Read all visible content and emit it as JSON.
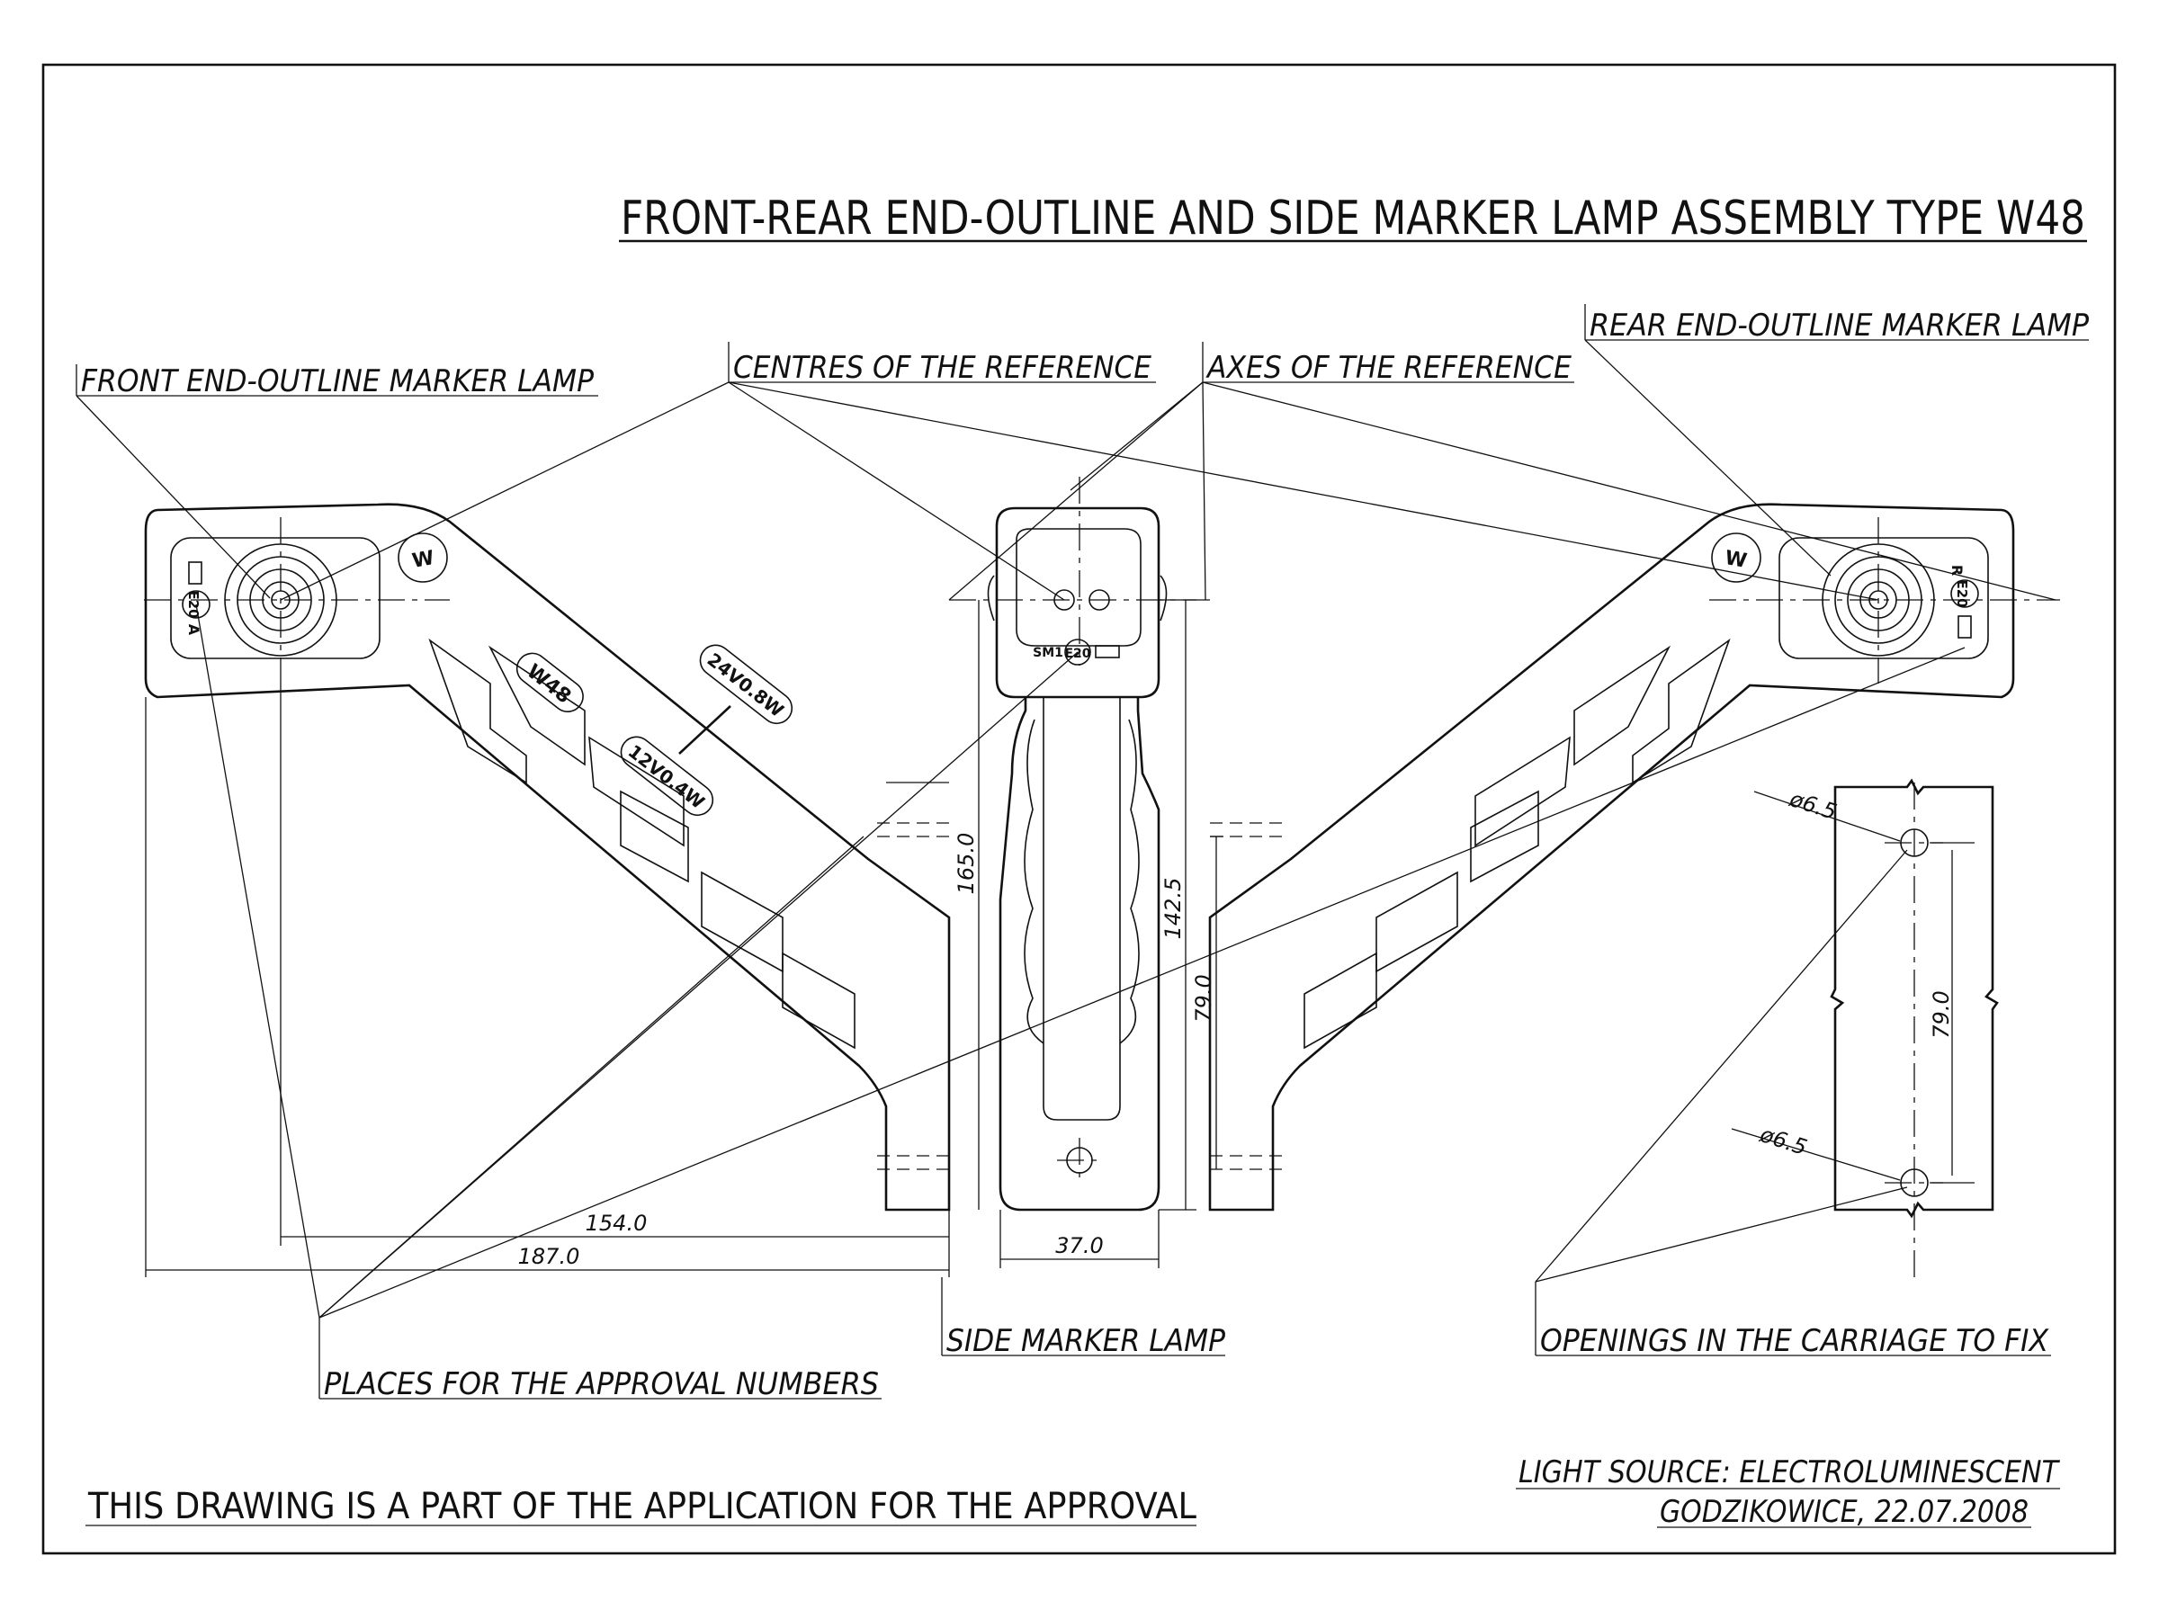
{
  "title": "FRONT-REAR END-OUTLINE AND SIDE MARKER LAMP ASSEMBLY TYPE W48",
  "labels": {
    "front_lamp": "FRONT END-OUTLINE MARKER LAMP",
    "rear_lamp": "REAR END-OUTLINE MARKER LAMP",
    "centres": "CENTRES OF THE REFERENCE",
    "axes": "AXES OF THE REFERENCE",
    "side_lamp": "SIDE MARKER LAMP",
    "approval_places": "PLACES FOR THE APPROVAL NUMBERS",
    "openings": "OPENINGS IN THE CARRIAGE TO FIX"
  },
  "dimensions": {
    "d154": "154.0",
    "d187": "187.0",
    "d165": "165.0",
    "d142": "142.5",
    "d79_side": "79.0",
    "d37": "37.0",
    "d79_holes": "79.0",
    "dia_top": "ø6.5",
    "dia_bottom": "ø6.5"
  },
  "markings": {
    "model": "W48",
    "v24": "24V0.8W",
    "v12": "12V0.4W",
    "front_code": "A",
    "front_approval": "E20",
    "rear_code": "R",
    "rear_approval": "E20",
    "side_code": "SM1",
    "side_approval": "E20"
  },
  "notes": {
    "left": "THIS DRAWING IS A PART OF THE APPLICATION FOR THE APPROVAL",
    "light_source": "LIGHT SOURCE: ELECTROLUMINESCENT",
    "place_date": "GODZIKOWICE, 22.07.2008"
  }
}
